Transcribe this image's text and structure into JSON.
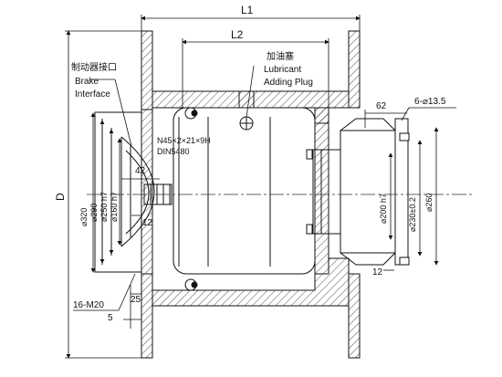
{
  "diagram": {
    "dim_L1": "L1",
    "dim_L2": "L2",
    "dim_D": "D",
    "brake_interface_cn": "制动器接口",
    "brake_interface_en_line1": "Brake",
    "brake_interface_en_line2": "Interface",
    "lubricant_plug_cn": "加油塞",
    "lubricant_plug_en_line1": "Lubricant",
    "lubricant_plug_en_line2": "Adding Plug",
    "spline_spec_line1": "N45×2×21×9H",
    "spline_spec_line2": "DIN5480",
    "dim_42": "42",
    "dim_12_left": "12",
    "dim_320": "⌀320",
    "dim_290": "⌀290",
    "dim_250": "⌀250 h7",
    "dim_160": "⌀160 h7",
    "dim_thread": "16-M20",
    "dim_25": "25",
    "dim_5": "5",
    "dim_62": "62",
    "dim_bolt_holes": "6-⌀13.5",
    "dim_200": "⌀200 h7",
    "dim_230": "⌀230±0.2",
    "dim_260": "⌀260",
    "dim_12_right": "12"
  },
  "colors": {
    "line": "#111111",
    "hatch": "#222222",
    "centerline": "#333333",
    "background": "#ffffff"
  }
}
